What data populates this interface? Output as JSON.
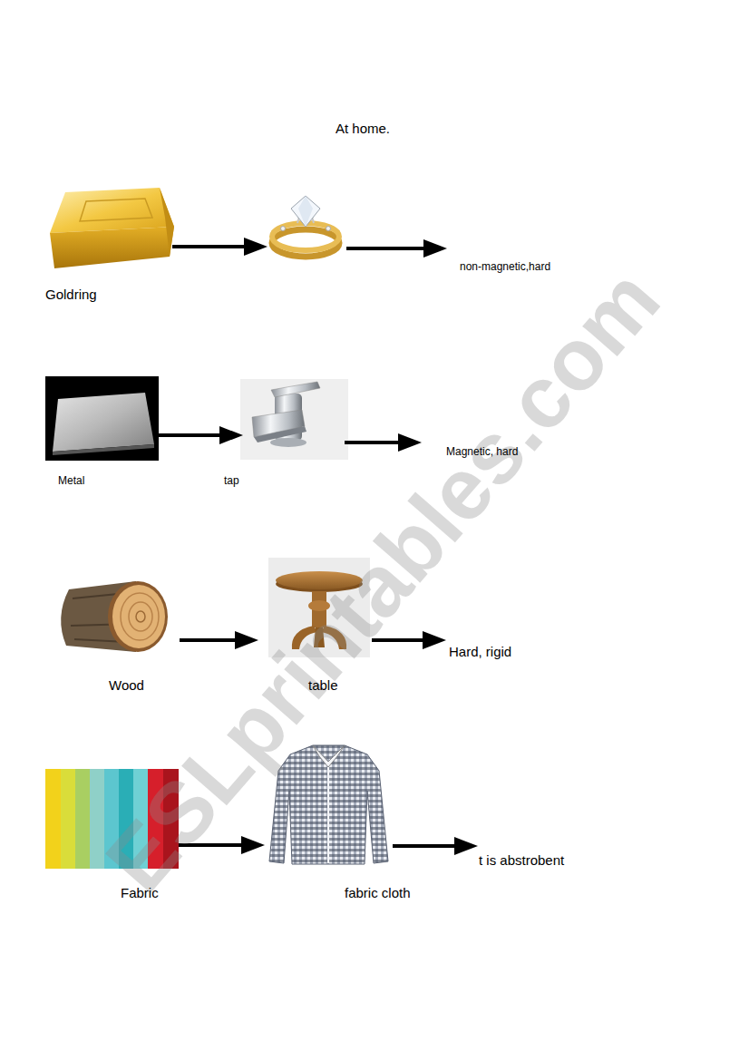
{
  "diagram": {
    "title": "At home.",
    "nodes": [
      {
        "text": [
          "Goldring"
        ]
      },
      {
        "text": []
      },
      {
        "text": [
          "non-magnetic,hard"
        ]
      },
      {
        "text": [
          "Metal"
        ]
      },
      {
        "text": [
          "tap"
        ]
      },
      {
        "text": [
          "Magnetic, hard"
        ]
      },
      {
        "text": [
          "Wood"
        ]
      },
      {
        "text": [
          "table"
        ]
      },
      {
        "text": [
          "Hard, rigid"
        ]
      },
      {
        "text": [
          "Fabric"
        ]
      },
      {
        "text": [
          "fabric cloth"
        ]
      },
      {
        "text": [
          "t is abstrobent"
        ]
      }
    ],
    "edges": [
      {
        "from": 0,
        "to": 1,
        "arrow": "to"
      },
      {
        "from": 1,
        "to": 2,
        "arrow": "to"
      },
      {
        "from": 3,
        "to": 4,
        "arrow": "to"
      },
      {
        "from": 4,
        "to": 5,
        "arrow": "to"
      },
      {
        "from": 6,
        "to": 7,
        "arrow": "to"
      },
      {
        "from": 7,
        "to": 8,
        "arrow": "to"
      },
      {
        "from": 9,
        "to": 10,
        "arrow": "to"
      },
      {
        "from": 10,
        "to": 11,
        "arrow": "to"
      }
    ],
    "labels": [
      "ESLprintables.com"
    ]
  }
}
